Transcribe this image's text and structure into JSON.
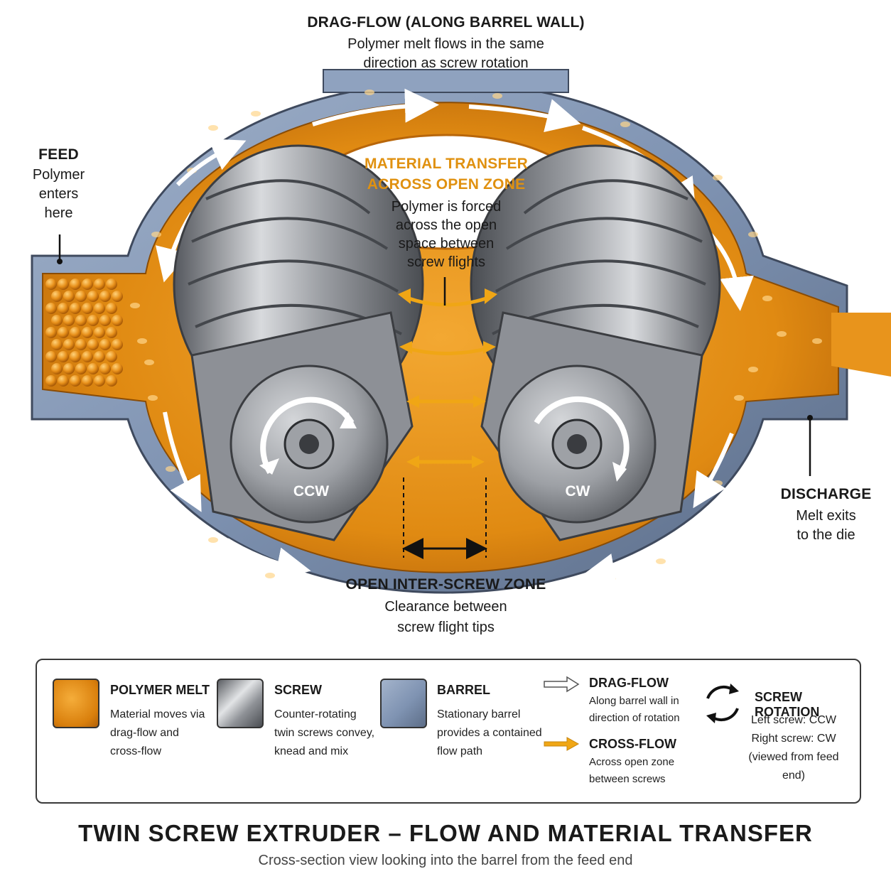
{
  "labels": {
    "drag_flow": {
      "title": "DRAG-FLOW (ALONG BARREL WALL)",
      "desc": [
        "Polymer melt flows in the same",
        "direction as screw rotation"
      ]
    },
    "feed": {
      "title": "FEED",
      "desc": [
        "Polymer",
        "enters",
        "here"
      ]
    },
    "material_transfer": {
      "title": [
        "MATERIAL TRANSFER",
        "ACROSS OPEN ZONE"
      ],
      "desc": [
        "Polymer is forced",
        "across the open",
        "space between",
        "screw flights"
      ]
    },
    "discharge": {
      "title": "DISCHARGE",
      "desc": [
        "Melt exits",
        "to the die"
      ]
    },
    "open_zone": {
      "title": "OPEN INTER-SCREW ZONE",
      "desc": [
        "Clearance between",
        "screw flight tips"
      ]
    },
    "left_screw": "CCW",
    "right_screw": "CW"
  },
  "legend": {
    "polymer_melt": {
      "title": "POLYMER MELT",
      "desc": [
        "Material moves via",
        "drag-flow and",
        "cross-flow"
      ]
    },
    "screw": {
      "title": "SCREW",
      "desc": [
        "Counter-rotating",
        "twin screws convey,",
        "knead and mix"
      ]
    },
    "barrel": {
      "title": "BARREL",
      "desc": [
        "Stationary barrel",
        "provides a contained",
        "flow path"
      ]
    },
    "drag_flow": {
      "title": "DRAG-FLOW",
      "desc": [
        "Along barrel wall in",
        "direction of rotation"
      ]
    },
    "cross_flow": {
      "title": "CROSS-FLOW",
      "desc": [
        "Across open zone",
        "between screws"
      ]
    },
    "screw_rotation": {
      "title": "SCREW ROTATION",
      "desc": [
        "Left screw: CCW",
        "Right screw: CW",
        "(viewed from feed end)"
      ]
    }
  },
  "footer": {
    "title": "TWIN SCREW EXTRUDER – FLOW AND MATERIAL TRANSFER",
    "subtitle": "Cross-section view looking into the barrel from the feed end"
  },
  "colors": {
    "melt": "#e08a12",
    "melt_dark": "#b5650a",
    "barrel": "#7f93b2",
    "barrel_dark": "#4e5e78",
    "screw": "#9ea1a6",
    "accent_arrow": "#f0a615"
  }
}
